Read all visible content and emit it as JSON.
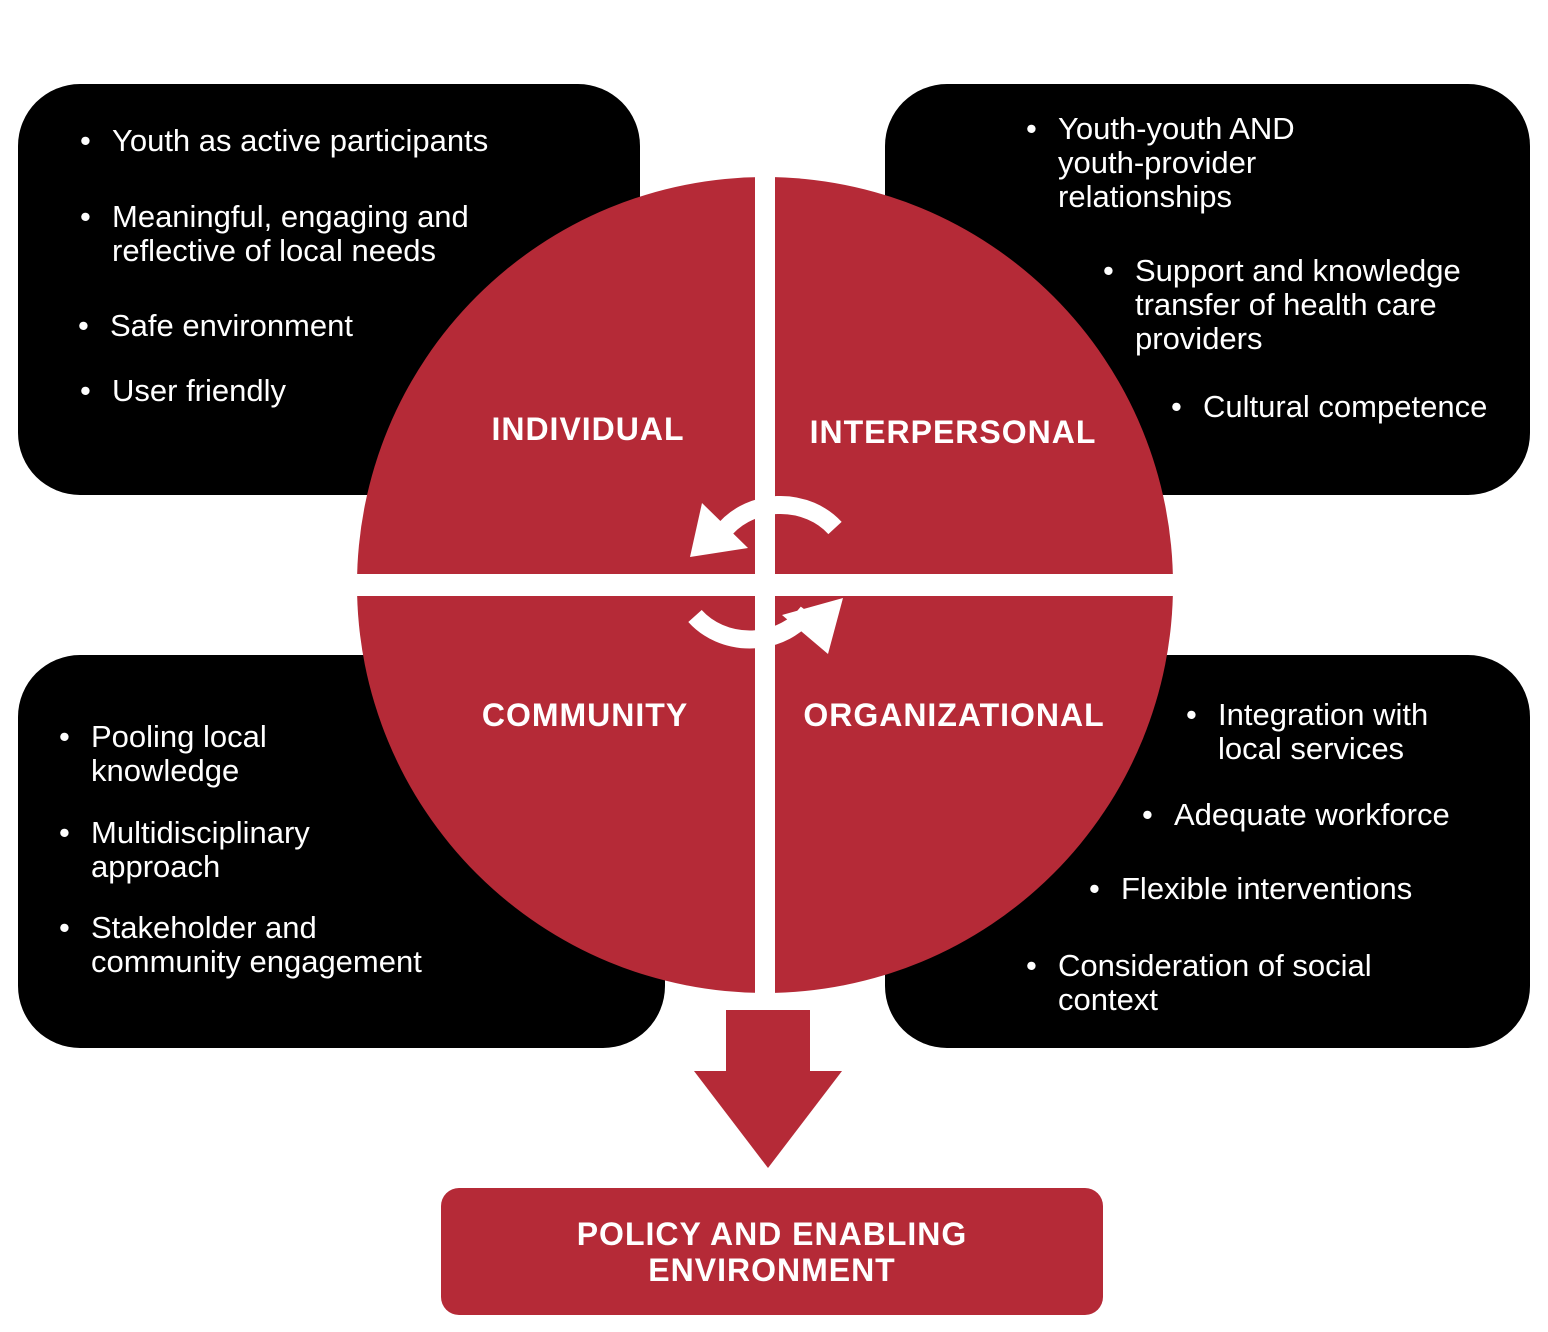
{
  "colors": {
    "accent_red": "#b52a37",
    "panel": "#000000",
    "text_light": "#ffffff"
  },
  "quadrants": {
    "individual": "INDIVIDUAL",
    "interpersonal": "INTERPERSONAL",
    "community": "COMMUNITY",
    "organizational": "ORGANIZATIONAL"
  },
  "individual_items": [
    "Youth as active participants",
    "Meaningful, engaging and reflective of local needs",
    "Safe environment",
    "User friendly"
  ],
  "interpersonal_items": [
    "Youth-youth AND youth-provider relationships",
    "Support and knowledge transfer of health care providers",
    "Cultural competence"
  ],
  "community_items": [
    "Pooling local knowledge",
    "Multidisciplinary approach",
    "Stakeholder and community engagement"
  ],
  "organizational_items": [
    "Integration with local services",
    "Adequate workforce",
    "Flexible interventions",
    "Consideration of social context"
  ],
  "outcome": "POLICY AND ENABLING ENVIRONMENT",
  "icons": [
    "cycle-arrows-icon",
    "down-arrow-icon"
  ]
}
